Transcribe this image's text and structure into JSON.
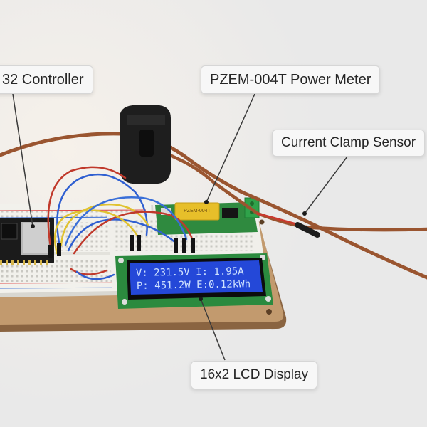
{
  "callouts": {
    "controller": "32 Controller",
    "power_meter": "PZEM-004T Power Meter",
    "clamp": "Current Clamp Sensor",
    "lcd": "16x2 LCD Display"
  },
  "lcd_screen": {
    "line1": "V: 231.5V I: 1.95A",
    "line2": "P: 451.2W E:0.12kWh"
  },
  "pzem_module_label": "PZEM-004T",
  "colors": {
    "background": "#ebebeb",
    "board": "#b88d62",
    "breadboard": "#f2f1ec",
    "lcd_pcb": "#2b8a3e",
    "lcd_screen": "#2448d8",
    "lcd_text": "#cfe2ff",
    "cable": "#9a5530",
    "clamp": "#1e1e1e",
    "terminal": "#2fa24a",
    "relay_yellow": "#e7bf2a"
  }
}
